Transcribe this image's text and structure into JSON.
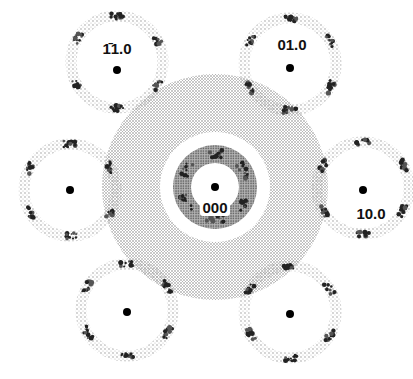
{
  "diagram": {
    "nodes": [
      {
        "text": [
          "1̄1.0"
        ]
      },
      {
        "text": [
          "01.0"
        ]
      },
      {
        "text": [
          "000"
        ]
      },
      {
        "text": [
          "10.0"
        ]
      }
    ]
  }
}
